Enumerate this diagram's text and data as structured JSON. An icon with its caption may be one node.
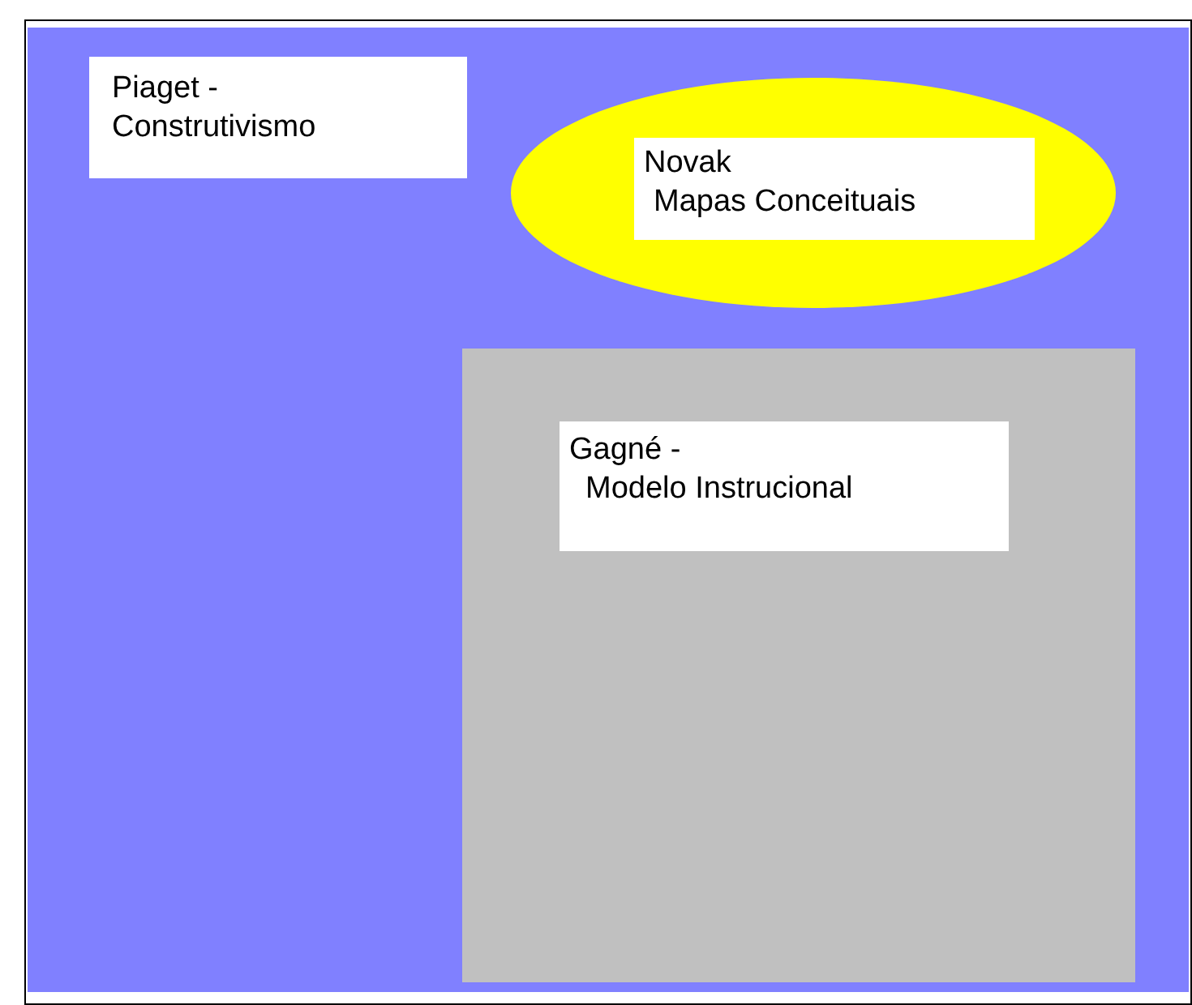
{
  "diagram": {
    "nodes": [
      {
        "text": [],
        "shape": "box"
      },
      {
        "text": [
          "Piaget - Construtivismo"
        ],
        "in": 0
      },
      {
        "text": [],
        "shape": "ellipse",
        "in": 0
      },
      {
        "text": [
          "Novak",
          "Mapas Conceituais"
        ],
        "in": 2
      },
      {
        "text": [],
        "shape": "box",
        "in": 0
      },
      {
        "text": [
          "Gagné -",
          "Modelo Instrucional"
        ],
        "in": 4
      }
    ]
  }
}
